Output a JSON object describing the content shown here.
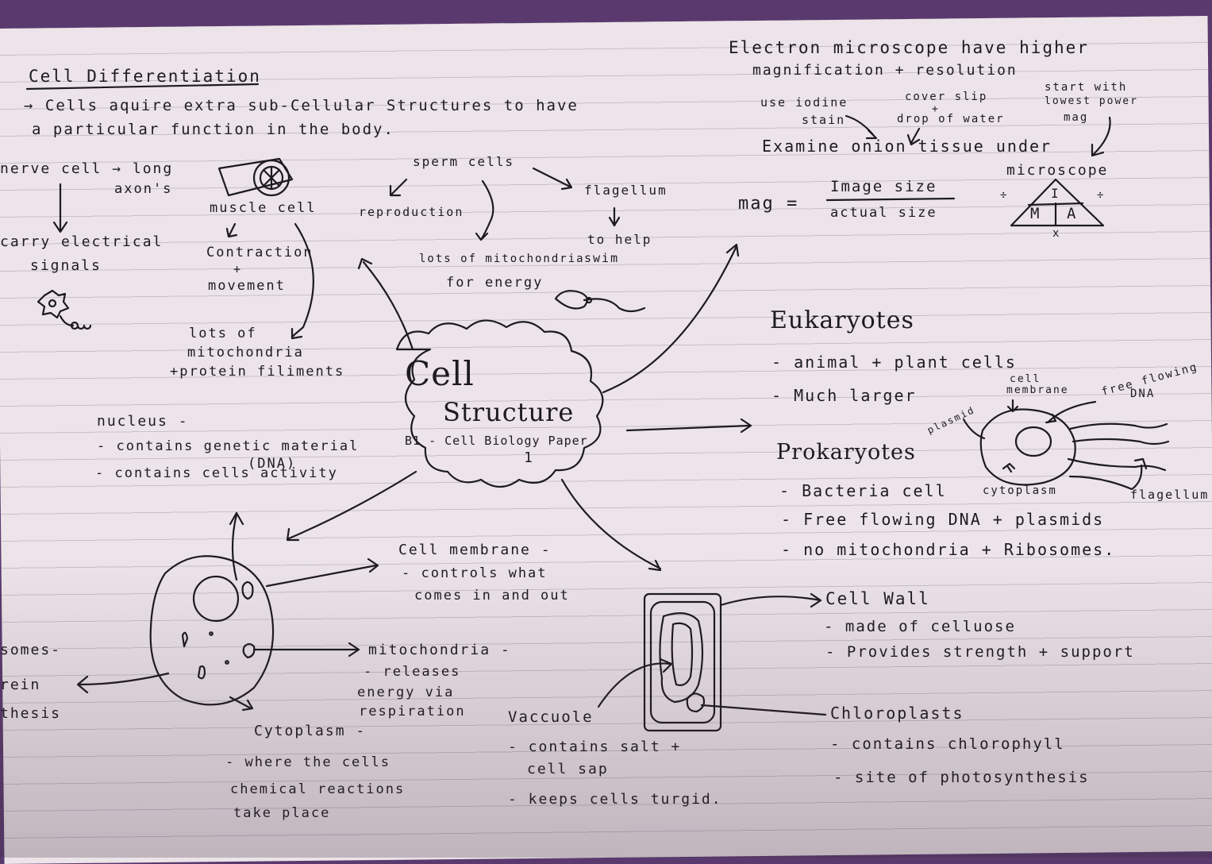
{
  "left": {
    "title": "Cell Differentiation",
    "intro_1": "→ Cells aquire extra sub-Cellular Structures to have",
    "intro_2": "a particular function in the body.",
    "nerve_1": "nerve cell → long",
    "nerve_2": "axon's",
    "nerve_3": "carry electrical",
    "nerve_4": "signals",
    "muscle_1": "muscle cell",
    "muscle_2": "Contraction",
    "muscle_3": "+",
    "muscle_4": "movement",
    "muscle_5": "lots of",
    "muscle_6": "mitochondria",
    "muscle_7": "+protein filiments",
    "sperm_1": "sperm cells",
    "sperm_2": "reproduction",
    "sperm_3": "flagellum",
    "sperm_4": "to help",
    "sperm_5": "swim",
    "sperm_6": "lots of mitochondria",
    "sperm_7": "for energy"
  },
  "center": {
    "title_1": "Cell",
    "title_2": "Structure",
    "subtitle": "B1 - Cell Biology Paper",
    "paper_no": "1"
  },
  "animal": {
    "nucleus_1": "nucleus -",
    "nucleus_2": "- contains genetic material",
    "nucleus_3": "(DNA)",
    "nucleus_4": "- contains cells activity",
    "membrane_1": "Cell membrane -",
    "membrane_2": "- controls what",
    "membrane_3": "comes in and out",
    "mito_1": "mitochondria -",
    "mito_2": "- releases",
    "mito_3": "energy via",
    "mito_4": "respiration",
    "cyto_1": "Cytoplasm -",
    "cyto_2": "- where the cells",
    "cyto_3": "chemical reactions",
    "cyto_4": "take place",
    "ribo_1": "somes-",
    "ribo_2": "rein",
    "ribo_3": "thesis"
  },
  "plant": {
    "vacuole_1": "Vaccuole",
    "vacuole_2": "- contains salt +",
    "vacuole_3": "cell sap",
    "vacuole_4": "- keeps cells turgid.",
    "wall_1": "Cell Wall",
    "wall_2": "- made of celluose",
    "wall_3": "- Provides strength + support",
    "chloro_1": "Chloroplasts",
    "chloro_2": "- contains chlorophyll",
    "chloro_3": "- site of photosynthesis"
  },
  "microscope": {
    "line_1": "Electron microscope have higher",
    "line_2": "magnification + resolution",
    "iodine_1": "use iodine",
    "iodine_2": "stain",
    "cover_1": "cover slip",
    "cover_2": "+",
    "cover_3": "drop of water",
    "start_1": "start with",
    "start_2": "lowest power",
    "start_3": "mag",
    "examine": "Examine onion tissue under",
    "microscope": "microscope",
    "mag_label": "mag =",
    "mag_num": "Image size",
    "mag_den": "actual size",
    "tri_m": "M",
    "tri_a": "A",
    "tri_i": "I",
    "tri_div1": "÷",
    "tri_div2": "÷",
    "tri_x": "x"
  },
  "cells": {
    "euk_title": "Eukaryotes",
    "euk_1": "- animal + plant cells",
    "euk_2": "- Much larger",
    "pro_title": "Prokaryotes",
    "pro_1": "- Bacteria cell",
    "pro_2": "- Free flowing DNA + plasmids",
    "pro_3": "- no mitochondria + Ribosomes.",
    "lab_membrane_1": "cell",
    "lab_membrane_2": "membrane",
    "lab_plasmid": "plasmid",
    "lab_dna_1": "free flowing",
    "lab_dna_2": "DNA",
    "lab_cyto": "cytoplasm",
    "lab_flag": "flagellum"
  },
  "colors": {
    "paper": "#ece4e8",
    "ink": "#1d1b1f",
    "rule": "#c7c0c8",
    "background": "#5a3a6e"
  }
}
